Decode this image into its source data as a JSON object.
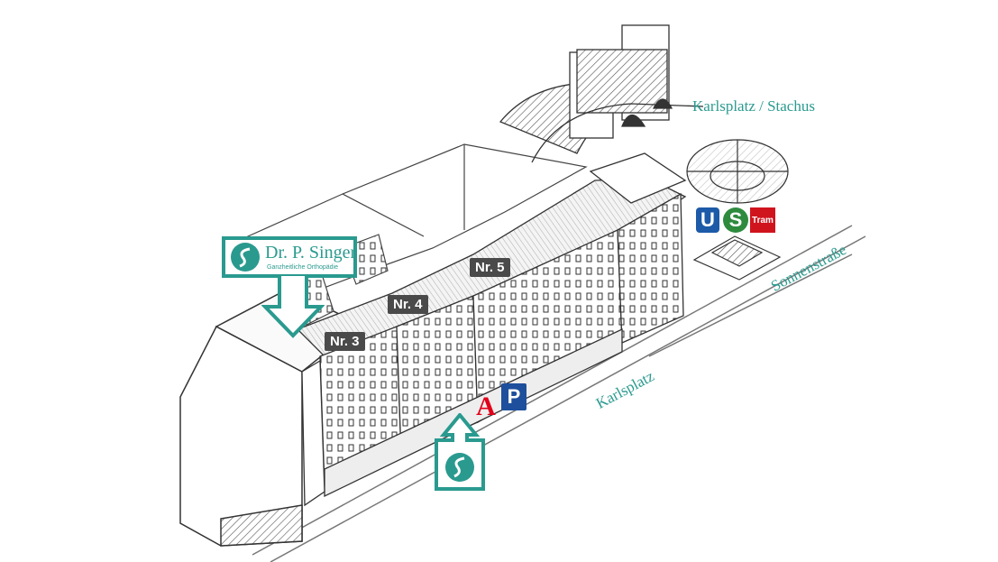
{
  "practice": {
    "name": "Dr. P. Singer",
    "subtitle": "Ganzheitliche Orthopädie"
  },
  "buildings": {
    "nr3": "Nr. 3",
    "nr4": "Nr. 4",
    "nr5": "Nr. 5"
  },
  "streets": {
    "karlsplatz_stachus": "Karlsplatz / Stachus",
    "sonnenstrasse": "Sonnenstraße",
    "karlsplatz": "Karlsplatz"
  },
  "transit": {
    "ubahn": "U",
    "sbahn": "S",
    "tram": "Tram"
  },
  "amenities": {
    "pharmacy": "A",
    "parking": "P"
  },
  "colors": {
    "accent": "#2a9a8f",
    "ubahn": "#1d5aa8",
    "sbahn": "#2e8b3e",
    "tram": "#d0141e",
    "pharmacy": "#e2001a",
    "parking": "#1d4f9c"
  }
}
